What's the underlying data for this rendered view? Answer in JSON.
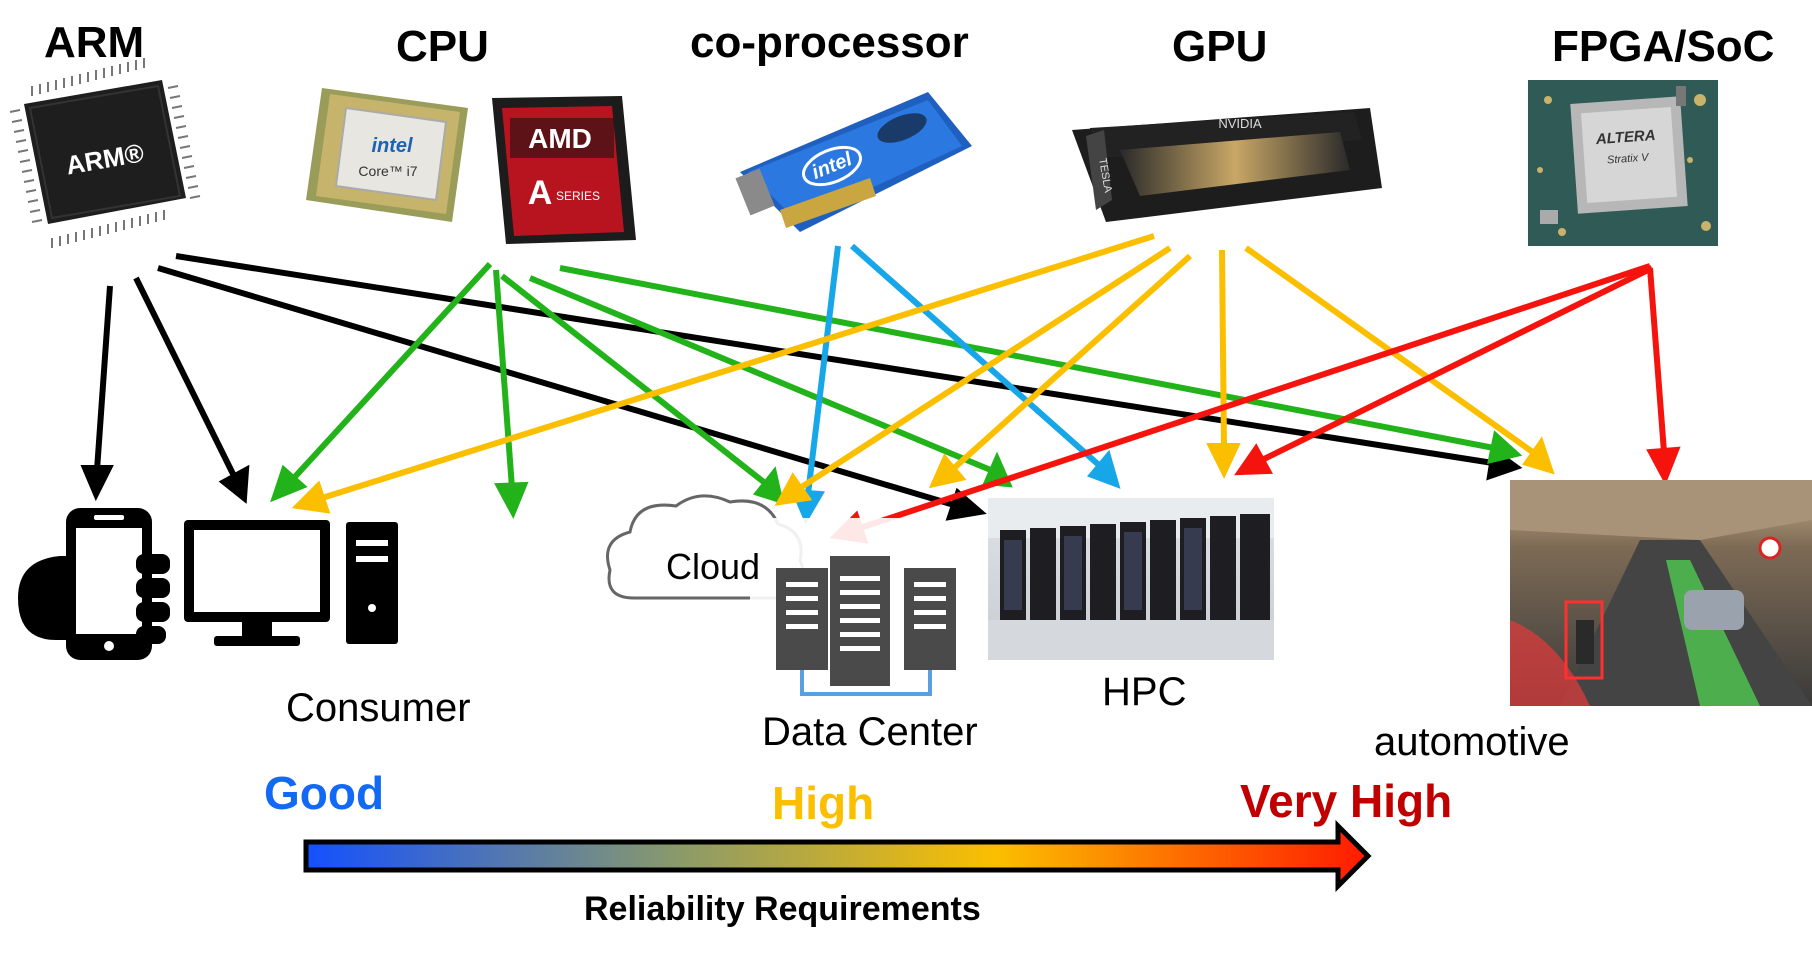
{
  "sources": {
    "arm": "ARM",
    "cpu": "CPU",
    "coprocessor": "co-processor",
    "gpu": "GPU",
    "fpga": "FPGA/SoC"
  },
  "chip_labels": {
    "arm_chip": "ARM®",
    "intel_core": "intel",
    "intel_core_sub": "Core™ i7",
    "amd_brand": "AMD",
    "amd_series": "SERIES",
    "amd_letter": "A",
    "intel_card": "intel",
    "nvidia_brand": "NVIDIA",
    "tesla": "TESLA",
    "altera_brand": "ALTERA",
    "stratix": "Stratix V"
  },
  "destinations": {
    "consumer": "Consumer",
    "cloud": "Cloud",
    "data_center": "Data Center",
    "hpc": "HPC",
    "automotive": "automotive"
  },
  "reliability": {
    "good": "Good",
    "high": "High",
    "very_high": "Very High",
    "axis_label": "Reliability Requirements"
  },
  "colors": {
    "arm": "#000000",
    "cpu": "#22b31a",
    "coprocessor": "#17a7e8",
    "gpu": "#fbbf00",
    "fpga": "#f5130d",
    "good": "#1269f3",
    "high": "#fbbf00",
    "very_high": "#c00000"
  }
}
